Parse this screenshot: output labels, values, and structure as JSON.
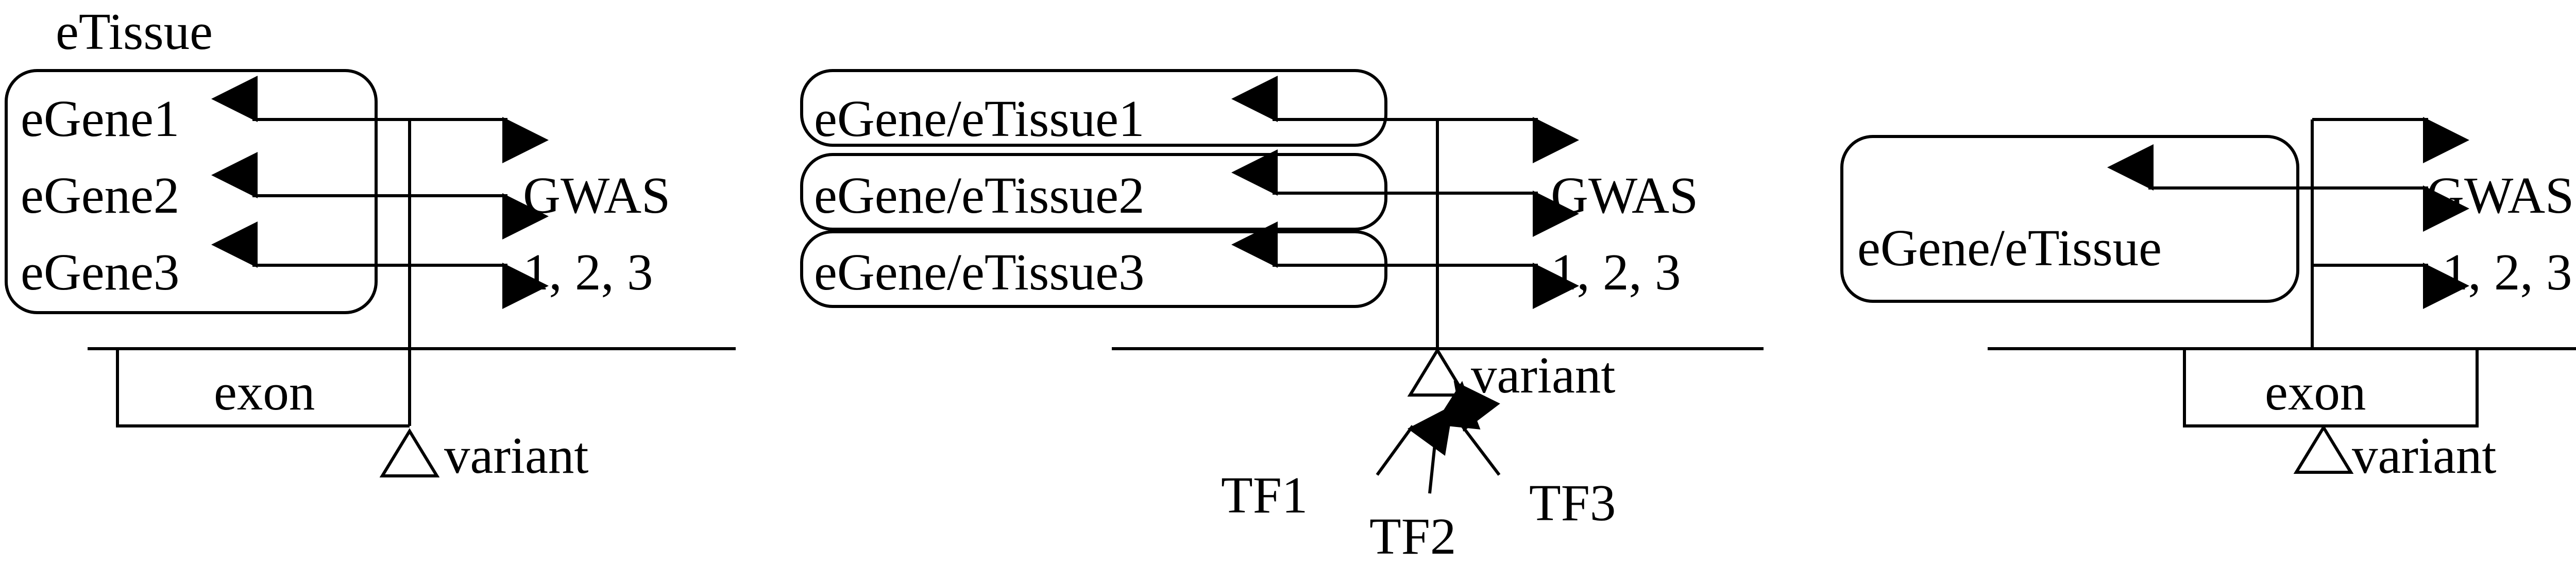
{
  "panels": [
    {
      "box_label": "eTissue",
      "genes": [
        "eGene1",
        "eGene2",
        "eGene3"
      ],
      "gwas_label": "GWAS",
      "gwas_ids": "1, 2, 3",
      "exon_label": "exon",
      "variant_label": "variant"
    },
    {
      "genes": [
        "eGene/eTissue1",
        "eGene/eTissue2",
        "eGene/eTissue3"
      ],
      "gwas_label": "GWAS",
      "gwas_ids": "1, 2, 3",
      "variant_label": "variant",
      "tfs": [
        "TF1",
        "TF2",
        "TF3"
      ]
    },
    {
      "gene": "eGene/eTissue",
      "gwas_label": "GWAS",
      "gwas_ids": "1, 2, 3",
      "exon_label": "exon",
      "variant_label": "variant"
    }
  ],
  "colors": {
    "ink": "#000000",
    "background": "#ffffff"
  }
}
